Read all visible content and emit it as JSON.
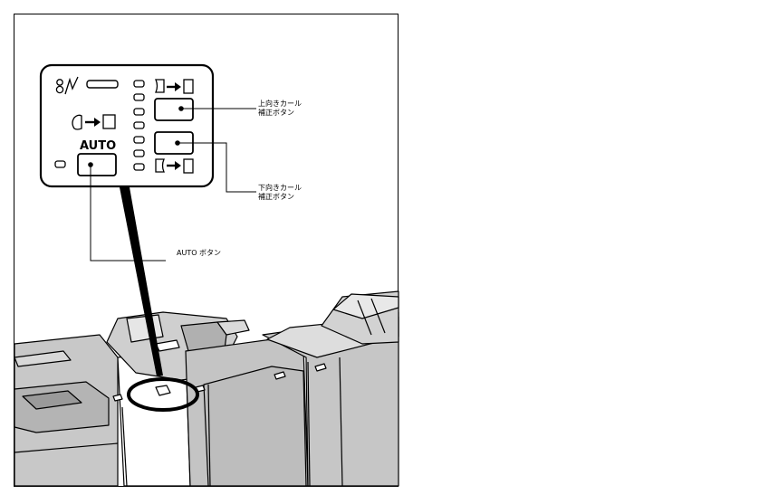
{
  "panel": {
    "auto_key_text": "AUTO"
  },
  "callouts": {
    "up_curl": {
      "line1": "上向きカール",
      "line2": "補正ボタン"
    },
    "down_curl": {
      "line1": "下向きカール",
      "line2": "補正ボタン"
    },
    "auto_button": "AUTO ボタン"
  }
}
